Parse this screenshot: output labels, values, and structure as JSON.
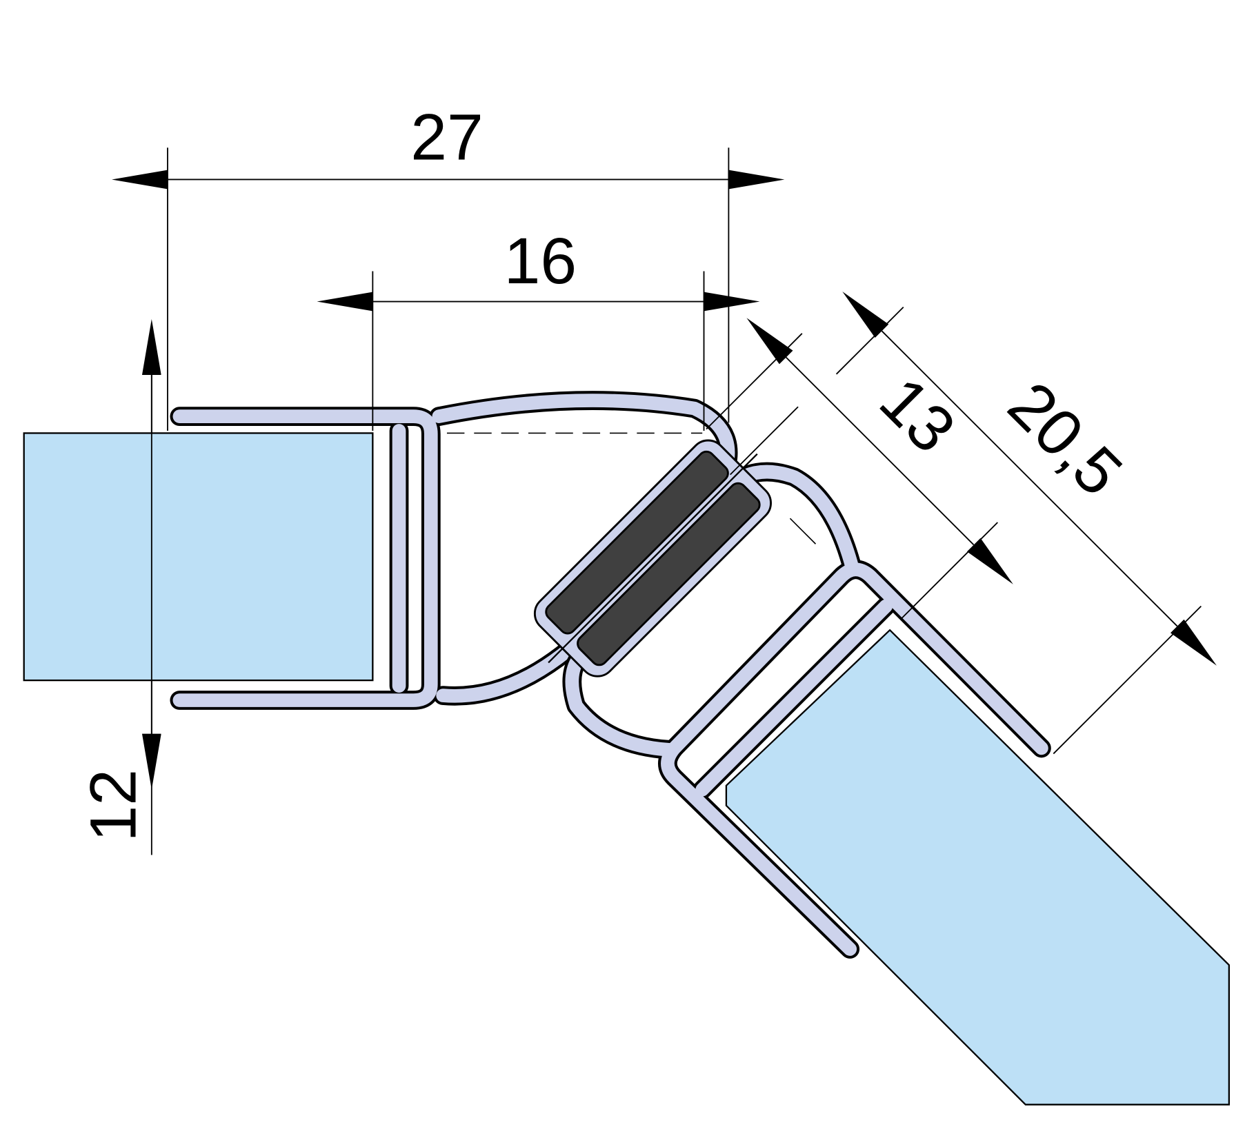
{
  "dimensions": {
    "overall_width": "27",
    "profile_depth": "16",
    "glass_thickness": "12",
    "angled_depth": "13",
    "angled_overall": "20,5"
  },
  "colors": {
    "glass": "#bde0f6",
    "profile": "#cdd3ec",
    "magnet": "#404040",
    "outline": "#000000"
  }
}
